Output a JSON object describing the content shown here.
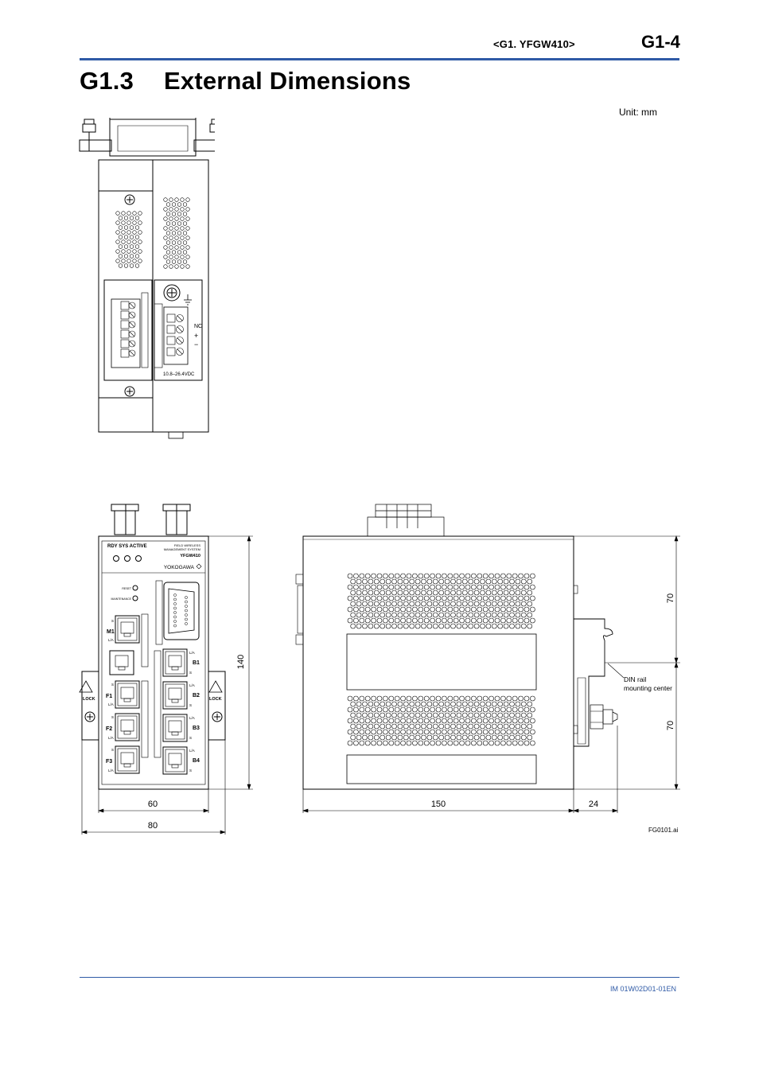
{
  "header": {
    "chapter_ref": "<G1.  YFGW410>",
    "page_number": "G1-4"
  },
  "section": {
    "number": "G1.3",
    "title": "External Dimensions"
  },
  "unit_note": "Unit: mm",
  "dimensions": {
    "front_inner_width": "60",
    "front_outer_width": "80",
    "front_height": "140",
    "side_depth": "150",
    "rail_projection": "24",
    "upper_half": "70",
    "lower_half": "70"
  },
  "din_label": {
    "line1": "DIN rail",
    "line2": "mounting center"
  },
  "top_view": {
    "supply_range": "10.8–26.4VDC",
    "terminal_nc": "NC",
    "terminal_plus": "+",
    "terminal_minus": "−"
  },
  "front_panel": {
    "led_labels": "RDY  SYS  ACTIVE",
    "product_line1": "FIELD WIRELESS",
    "product_line2": "MANAGEMENT SYSTEM",
    "model": "YFGW410",
    "brand": "YOKOGAWA",
    "reset": "RESET",
    "maintenance": "MAINTENANCE",
    "port_m1": "M1",
    "port_f1": "F1",
    "port_f2": "F2",
    "port_f3": "F3",
    "port_b1": "B1",
    "port_b2": "B2",
    "port_b3": "B3",
    "port_b4": "B4",
    "la": "L/A",
    "s": "S",
    "lock": "LOCK"
  },
  "figure_code": "FG0101.ai",
  "footer": {
    "doc_number": "IM 01W02D01-01EN"
  }
}
